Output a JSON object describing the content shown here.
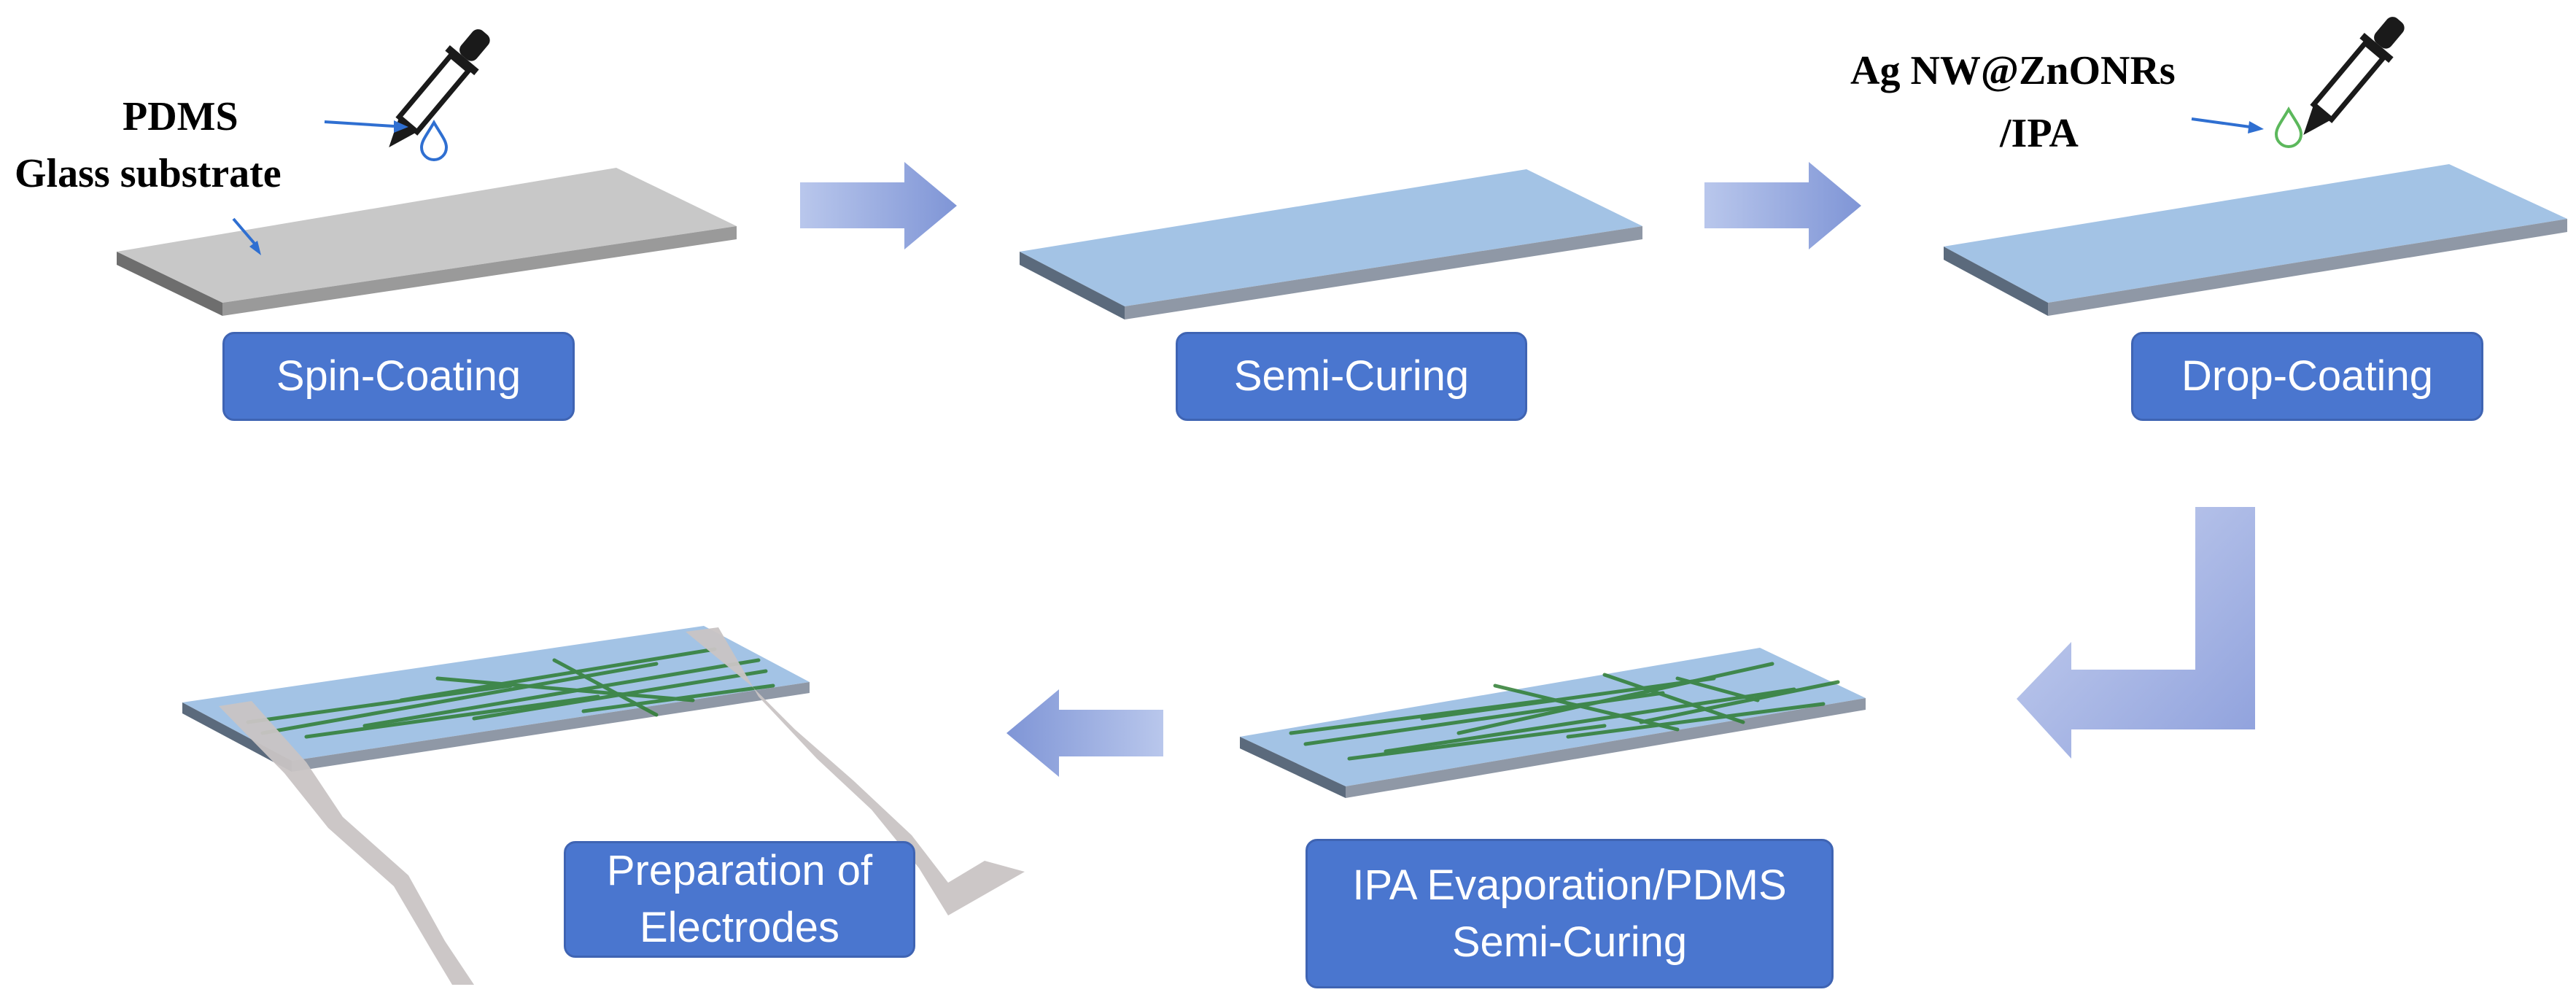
{
  "labels": {
    "pdms": "PDMS",
    "glass_substrate": "Glass substrate",
    "ag_nw_line1": "Ag NW@ZnONRs",
    "ag_nw_line2": "/IPA"
  },
  "steps": {
    "spin_coating": "Spin-Coating",
    "semi_curing": "Semi-Curing",
    "drop_coating": "Drop-Coating",
    "ipa_line1": "IPA Evaporation/PDMS",
    "ipa_line2": "Semi-Curing",
    "prep_line1": "Preparation of",
    "prep_line2": "Electrodes"
  },
  "colors": {
    "step_box": "#4a76cf",
    "slide_gray": "#c9c9c9",
    "slide_blue": "#a4c5e6",
    "arrow": "#8fa3dc",
    "nanowire": "#2e7d32",
    "pdms_drop": "#2f6fd1",
    "agnw_drop": "#5cb85c"
  }
}
